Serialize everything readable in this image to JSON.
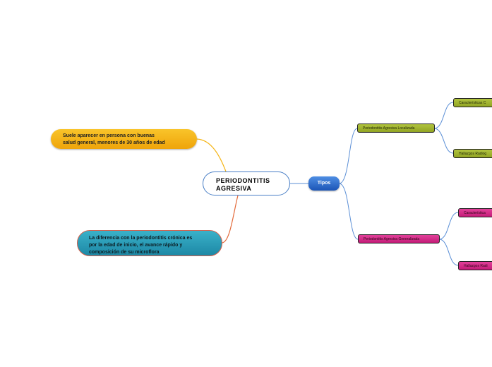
{
  "central": {
    "label": "PERIODONTITIS\nAGRESIVA"
  },
  "left_topics": {
    "onset": "Suele aparecer en persona con buenas\nsalud general, menores de 30 años de edad",
    "difference": "La diferencia con la periodontitis crónica es\npor la edad de inicio, el avance rápido y\ncomposición de su microflora"
  },
  "tipos": {
    "label": "Tipos"
  },
  "localized": {
    "label": "Periodontitis Agresiva Localizada",
    "children": [
      "Características C",
      "Hallazgos Radiog"
    ]
  },
  "generalized": {
    "label": "Periodontitis Agresiva Generalizada",
    "children": [
      "Característica",
      "Hallazgos Radi"
    ]
  },
  "colors": {
    "central_border": "#4a7fc6",
    "yellow": "#f5b516",
    "cyan": "#2a9db8",
    "blue": "#2e6ccf",
    "green": "#a3b632",
    "pink": "#d42f8a",
    "yellow_link": "#f5b516",
    "orange_link": "#e36a3a",
    "blue_link": "#5b8fd6"
  }
}
